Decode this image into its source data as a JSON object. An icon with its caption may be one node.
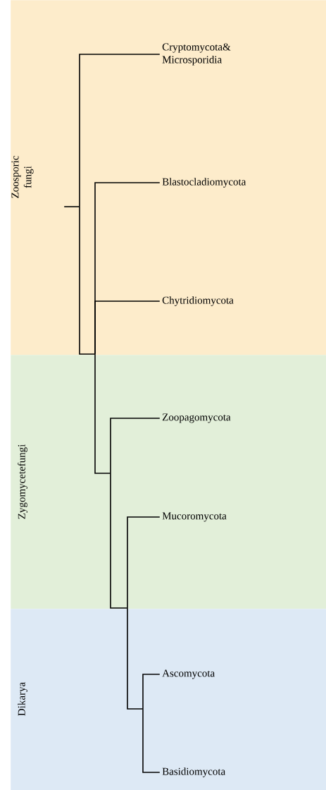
{
  "diagram": {
    "nodes": [
      {
        "text": [
          "Zoosporic fungi"
        ]
      },
      {
        "text": [
          "Zygomycetefungi"
        ]
      },
      {
        "text": [
          "Dikarya"
        ]
      },
      {
        "text": [],
        "shape": "point",
        "in": 0
      },
      {
        "text": [
          "Cryptomycota& Microsporidia"
        ],
        "in": 0
      },
      {
        "text": [],
        "shape": "point",
        "in": 0
      },
      {
        "text": [
          "Blastocladiomycota"
        ],
        "in": 0
      },
      {
        "text": [
          "Chytridiomycota"
        ],
        "in": 0
      },
      {
        "text": [],
        "shape": "point",
        "in": 1
      },
      {
        "text": [
          "Zoopagomycota"
        ],
        "in": 1
      },
      {
        "text": [],
        "shape": "point",
        "in": 1
      },
      {
        "text": [
          "Mucoromycota"
        ],
        "in": 1
      },
      {
        "text": [],
        "shape": "point",
        "in": 2
      },
      {
        "text": [
          "Ascomycota"
        ],
        "in": 2
      },
      {
        "text": [
          "Basidiomycota"
        ],
        "in": 2
      }
    ],
    "edges": [
      {
        "from": null,
        "to": 3,
        "arrow": "none"
      },
      {
        "from": 3,
        "to": 4,
        "arrow": "none"
      },
      {
        "from": 3,
        "to": 5,
        "arrow": "none"
      },
      {
        "from": 5,
        "to": 6,
        "arrow": "none"
      },
      {
        "from": 5,
        "to": 7,
        "arrow": "none"
      },
      {
        "from": 5,
        "to": 8,
        "arrow": "none"
      },
      {
        "from": 8,
        "to": 9,
        "arrow": "none"
      },
      {
        "from": 8,
        "to": 10,
        "arrow": "none"
      },
      {
        "from": 10,
        "to": 11,
        "arrow": "none"
      },
      {
        "from": 10,
        "to": 12,
        "arrow": "none"
      },
      {
        "from": 12,
        "to": 13,
        "arrow": "none"
      },
      {
        "from": 12,
        "to": 14,
        "arrow": "none"
      }
    ]
  }
}
